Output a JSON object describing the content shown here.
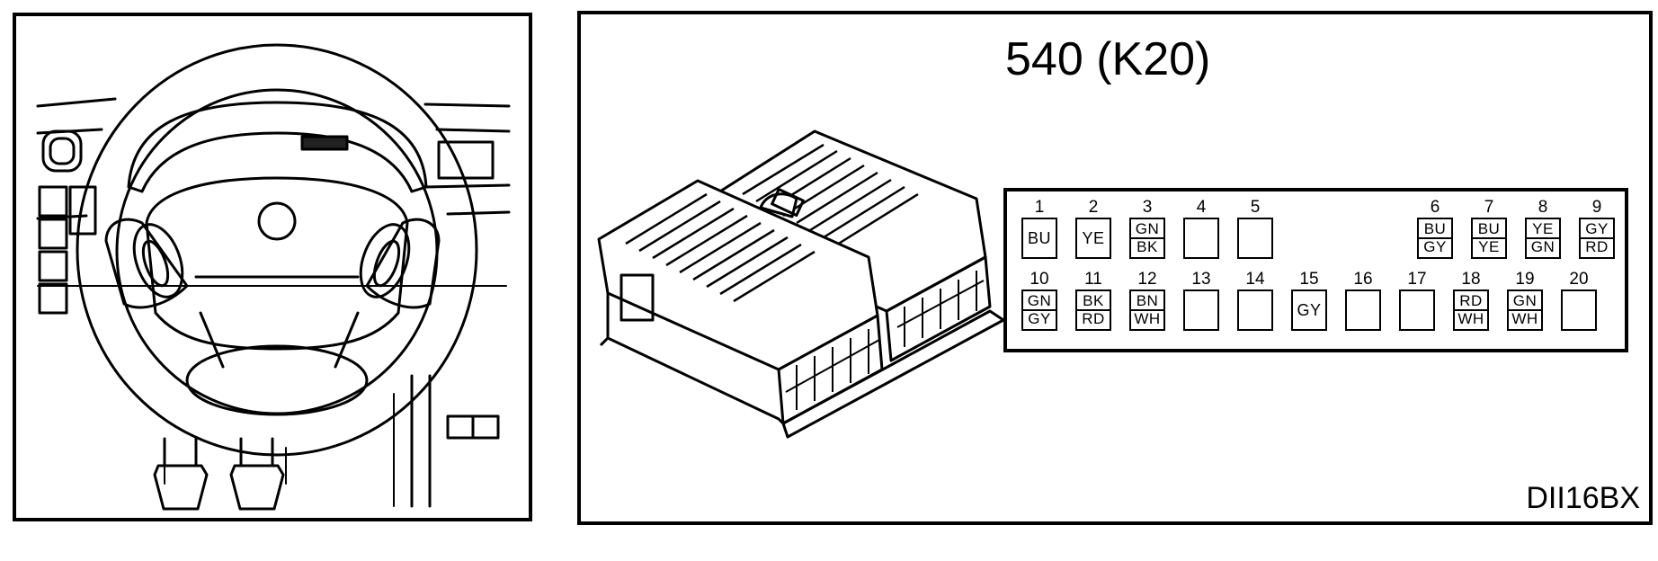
{
  "connector": {
    "title": "540 (K20)",
    "figure_id": "DII16BX"
  },
  "pins": [
    {
      "num": "1",
      "colors": [
        "BU"
      ]
    },
    {
      "num": "2",
      "colors": [
        "YE"
      ]
    },
    {
      "num": "3",
      "colors": [
        "GN",
        "BK"
      ]
    },
    {
      "num": "4",
      "colors": []
    },
    {
      "num": "5",
      "colors": []
    },
    {
      "num": "6",
      "colors": [
        "BU",
        "GY"
      ]
    },
    {
      "num": "7",
      "colors": [
        "BU",
        "YE"
      ]
    },
    {
      "num": "8",
      "colors": [
        "YE",
        "GN"
      ]
    },
    {
      "num": "9",
      "colors": [
        "GY",
        "RD"
      ]
    },
    {
      "num": "10",
      "colors": [
        "GN",
        "GY"
      ]
    },
    {
      "num": "11",
      "colors": [
        "BK",
        "RD"
      ]
    },
    {
      "num": "12",
      "colors": [
        "BN",
        "WH"
      ]
    },
    {
      "num": "13",
      "colors": []
    },
    {
      "num": "14",
      "colors": []
    },
    {
      "num": "15",
      "colors": [
        "GY"
      ]
    },
    {
      "num": "16",
      "colors": []
    },
    {
      "num": "17",
      "colors": []
    },
    {
      "num": "18",
      "colors": [
        "RD",
        "WH"
      ]
    },
    {
      "num": "19",
      "colors": [
        "GN",
        "WH"
      ]
    },
    {
      "num": "20",
      "colors": []
    }
  ]
}
